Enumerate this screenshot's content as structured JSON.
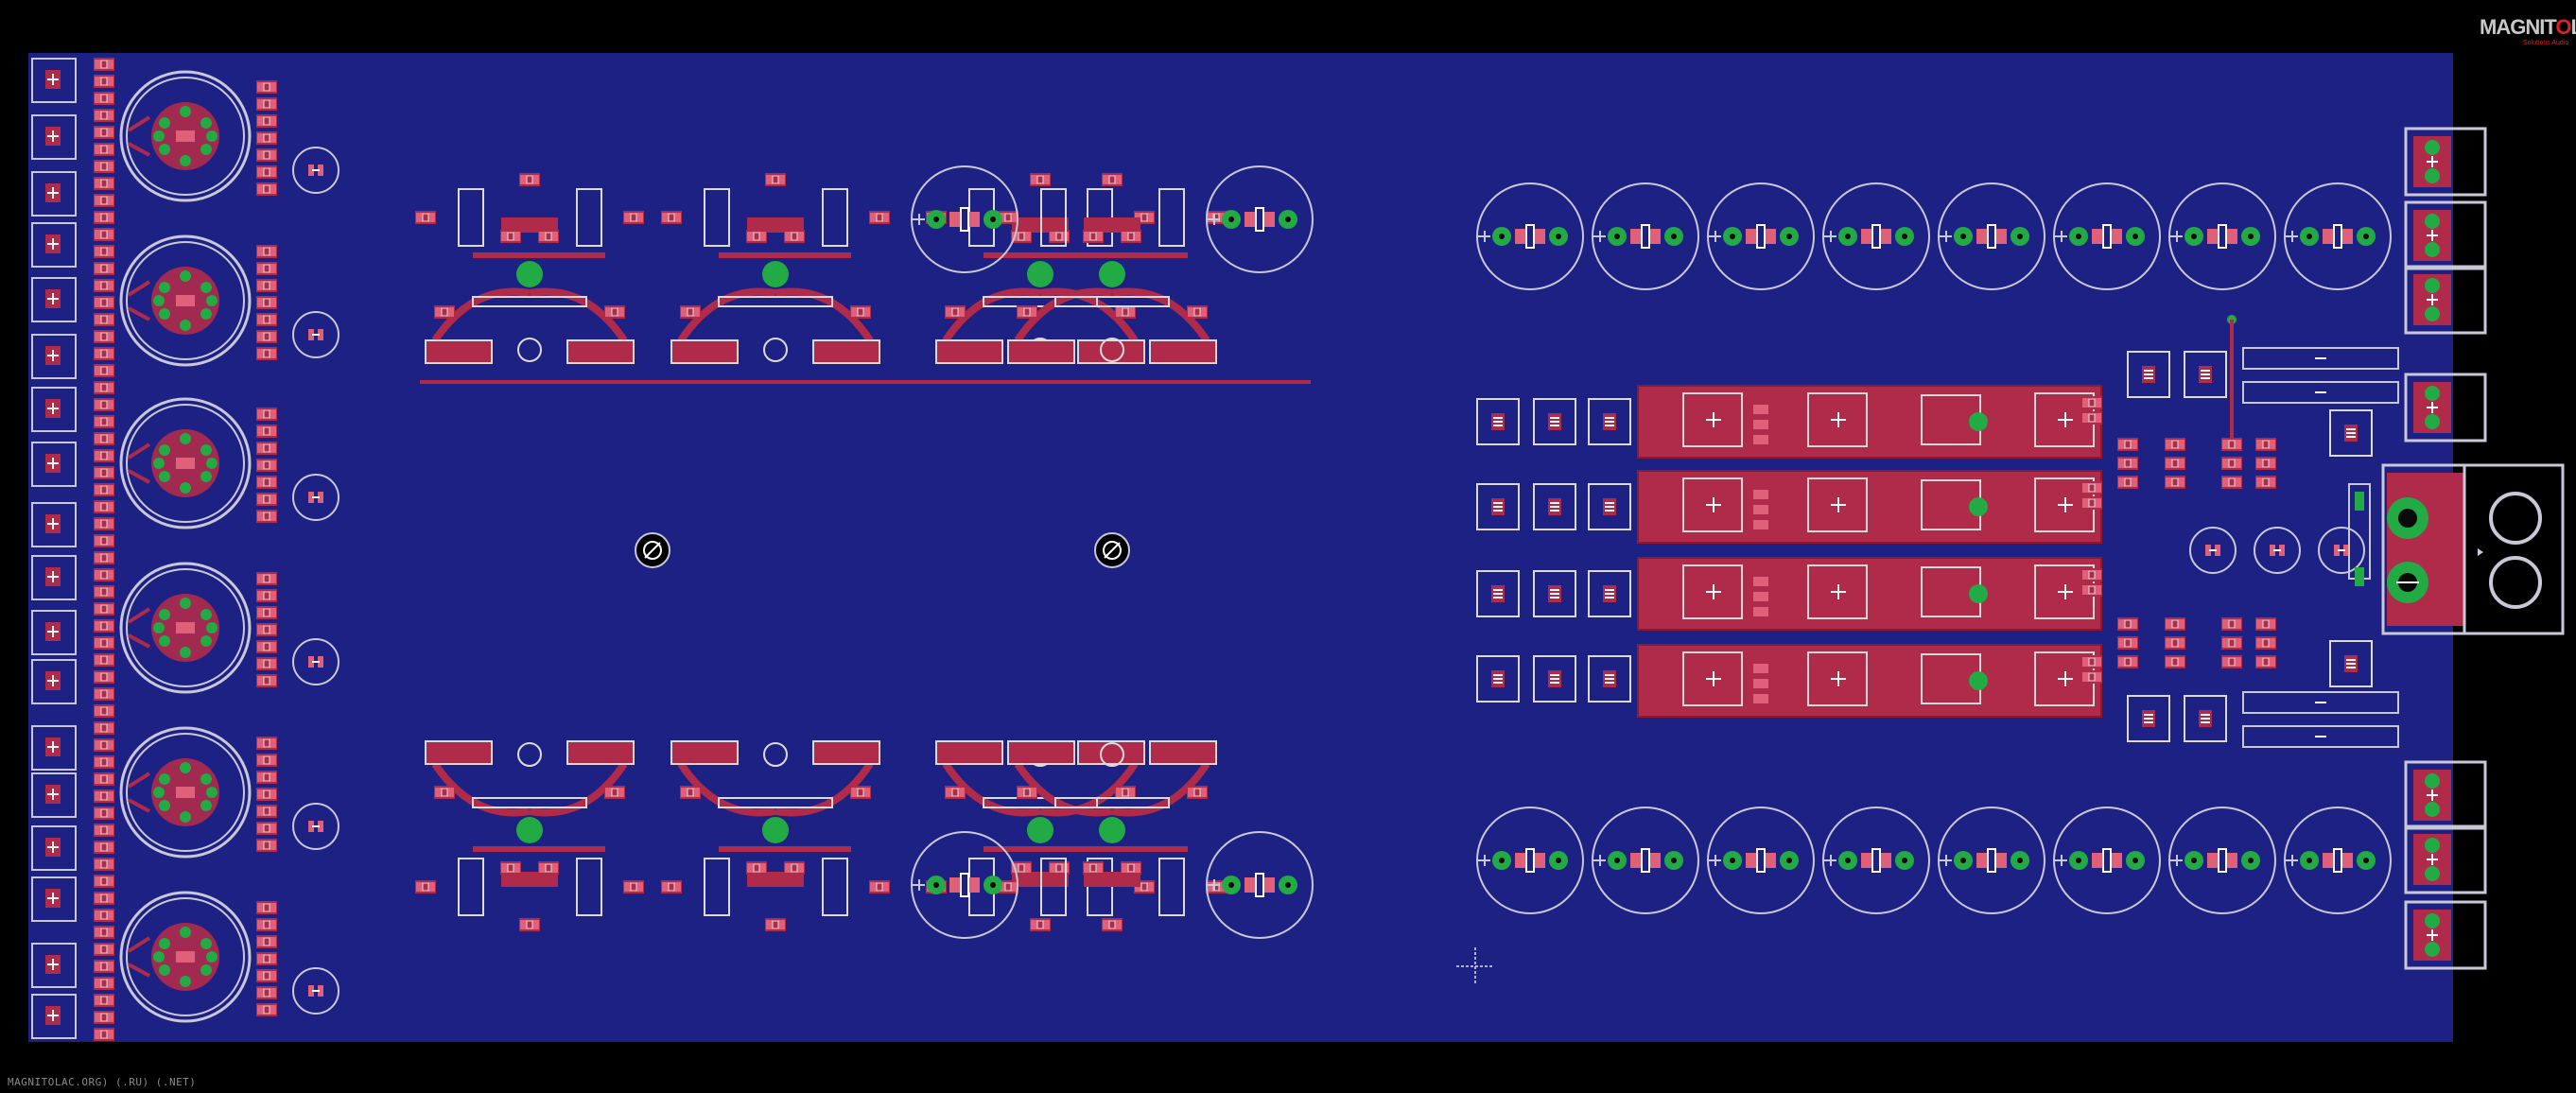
{
  "brand": {
    "name_part1": "MAGNIT",
    "name_accent": "O",
    "name_part2": "LA",
    "subtitle": "Solutions Audio"
  },
  "footer_text": "MAGNITOLAC.ORG) (.RU) (.NET)",
  "colors": {
    "background": "#000000",
    "board": "#1e2184",
    "copper_trace": "#b02a4a",
    "pad": "#22aa44",
    "silkscreen": "#c8c8d8",
    "smd_pad": "#e0607a"
  },
  "icons": {
    "crosshair": "crosshair-cursor-icon",
    "mounting_hole": "mounting-hole-icon"
  }
}
